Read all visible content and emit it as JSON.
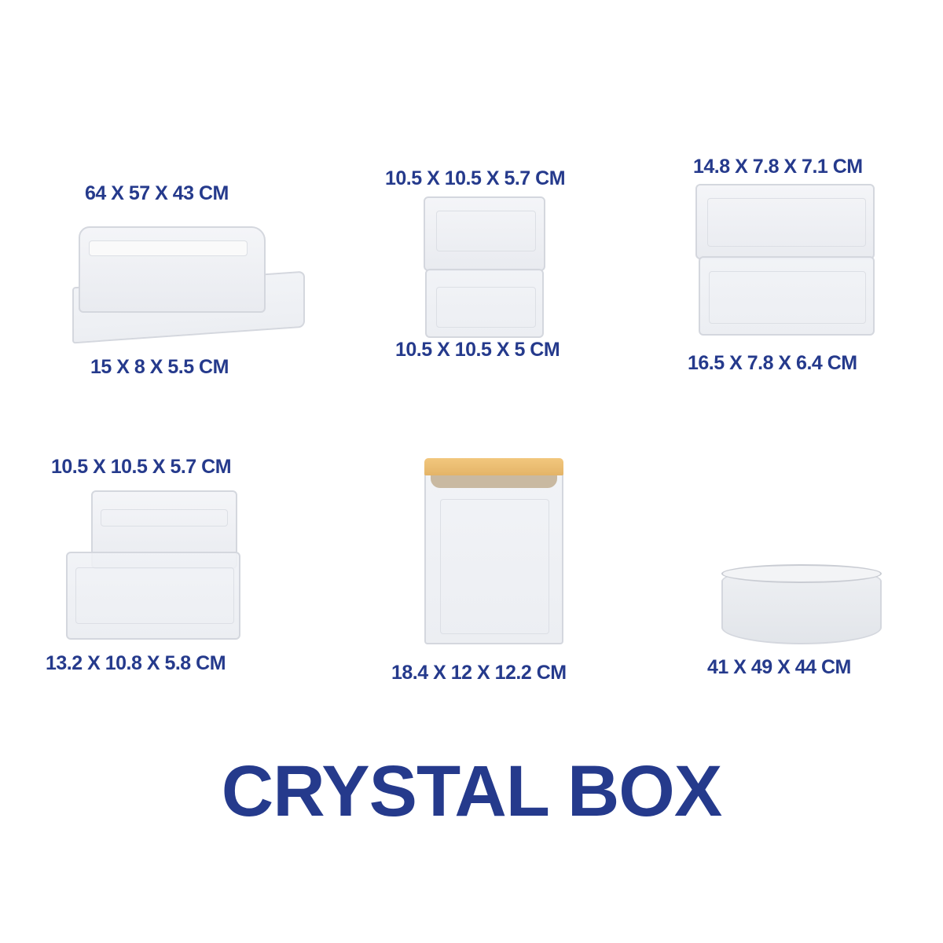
{
  "title": "CRYSTAL BOX",
  "brand_color": "#253a8c",
  "products": [
    {
      "id": "butter-box",
      "top_label": "64 X 57 X 43 CM",
      "bottom_label": "15 X 8 X 5.5 CM"
    },
    {
      "id": "square-stack",
      "top_label": "10.5 X 10.5 X 5.7 CM",
      "bottom_label": "10.5 X 10.5 X 5 CM"
    },
    {
      "id": "rect-stack",
      "top_label": "14.8 X 7.8 X 7.1 CM",
      "bottom_label": "16.5 X 7.8 X 6.4 CM"
    },
    {
      "id": "nested-boxes",
      "top_label": "10.5 X 10.5 X 5.7 CM",
      "bottom_label": "13.2 X 10.8 X 5.8 CM"
    },
    {
      "id": "tall-jar",
      "bottom_label": "18.4 X 12 X 12.2 CM",
      "lid_color": "#eebf73"
    },
    {
      "id": "round-box",
      "bottom_label": "41 X 49 X 44 CM"
    }
  ]
}
